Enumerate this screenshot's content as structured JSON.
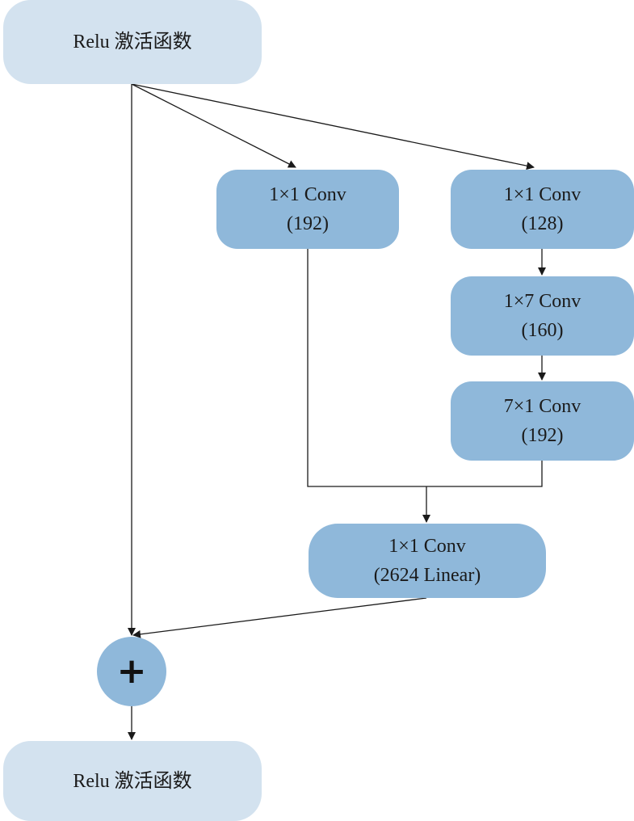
{
  "nodes": {
    "relu_top": {
      "label": "Relu 激活函数"
    },
    "conv_a": {
      "line1": "1×1 Conv",
      "line2": "(192)"
    },
    "conv_b1": {
      "line1": "1×1 Conv",
      "line2": "(128)"
    },
    "conv_b2": {
      "line1": "1×7 Conv",
      "line2": "(160)"
    },
    "conv_b3": {
      "line1": "7×1 Conv",
      "line2": "(192)"
    },
    "conv_merge": {
      "line1": "1×1 Conv",
      "line2": "(2624 Linear)"
    },
    "add": {
      "symbol": "+"
    },
    "relu_bottom": {
      "label": "Relu 激活函数"
    }
  },
  "colors": {
    "light_node": "#d3e2ef",
    "dark_node": "#8fb8da",
    "edge": "#1a1a1a"
  }
}
